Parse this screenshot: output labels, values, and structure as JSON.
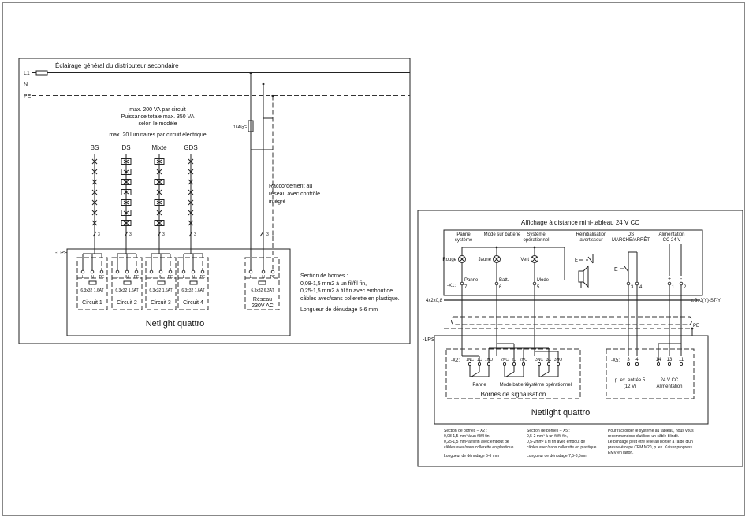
{
  "left": {
    "title": "Éclairage général du distributeur secondaire",
    "bus": {
      "l1": "L1",
      "n": "N",
      "pe": "PE"
    },
    "fuse_label": "16A/gG",
    "power_lines": [
      "max. 200 VA par circuit",
      "Puissance totale max. 350 VA",
      "selon le modèle"
    ],
    "lum_line": "max. 20 luminaires par circuit électrique",
    "groups": [
      "BS",
      "DS",
      "Mixte",
      "GDS"
    ],
    "wire_count": "3",
    "raccord": [
      "Raccordement au",
      "réseau avec contrôle",
      "intégré"
    ],
    "lps": "-LPS",
    "term_labels": [
      "L",
      "N",
      "PE"
    ],
    "fuse_rating": "6,3x32 1,6AT",
    "circuits": [
      "Circuit 1",
      "Circuit 2",
      "Circuit 3",
      "Circuit 4"
    ],
    "reseau_fuse": "6,3x32 6,3AT",
    "reseau": [
      "Réseau",
      "230V AC"
    ],
    "device": "Netlight quattro",
    "section": [
      "Section de bornes :",
      "0,08-1,5 mm2 à un fil/fil fin,",
      "0,25-1,5 mm2 à fil fin avec embout de",
      "câbles avec/sans collerette en plastique.",
      "Longueur de dénudage 5-6 mm"
    ]
  },
  "right": {
    "title": "Affichage à distance mini-tableau 24 V CC",
    "headers": [
      [
        "Panne",
        "système"
      ],
      [
        "Mode sur batterie"
      ],
      [
        "Système",
        "opérationnel"
      ],
      [
        "Réinitialisation",
        "avertisseur"
      ],
      [
        "DS",
        "MARCHE/ARRÊT"
      ],
      [
        "Alimentation",
        "CC 24 V"
      ]
    ],
    "lamps": [
      "Rouge",
      "Jaune",
      "Vert"
    ],
    "e_label": "E",
    "x1": "-X1:",
    "x1_terms": [
      "Panne",
      "Batt.",
      "Mode"
    ],
    "x1_nums": [
      "7",
      "6",
      "5",
      "3",
      "4",
      "1",
      "2"
    ],
    "plus": "+",
    "minus": "-",
    "cable_left": "4x2x0,8",
    "cable_right": "z.B. J(Y)-ST-Y",
    "pe": "PE",
    "lps": "-LPS",
    "x2": "-X2:",
    "x2_terms": [
      "1NC",
      "1C",
      "1NO",
      "2NC",
      "2C",
      "2NO",
      "3NC",
      "3C",
      "3NO"
    ],
    "x2_groups": [
      "Panne",
      "Mode batterie",
      "Système opérationnel"
    ],
    "x2_caption": "Bornes de signalisation",
    "x5": "-X5:",
    "x5_terms": [
      "3",
      "4",
      "14",
      "13",
      "11"
    ],
    "x5_a": [
      "p. ex. entrée 5",
      "(12 V)"
    ],
    "x5_b": [
      "24 V CC",
      "Alimentation"
    ],
    "device": "Netlight quattro",
    "note1": [
      "Section de bornes – X2 :",
      "0,08-1,5 mm² à un fil/fil fin,",
      "0,25-1,5 mm² à fil fin avec embout de",
      "câbles avec/sans collerette en plastique.",
      "",
      "Longueur de dénudage 5-6 mm"
    ],
    "note2": [
      "Section de bornes – X5 :",
      "0,5-2 mm² à un fil/fil fin,",
      "0,5-2mm² à fil fin avec embout de",
      "câbles avec/sans collerette en plastique.",
      "",
      "Longueur de dénudage 7,5-8,5mm"
    ],
    "note3": [
      "Pour raccorder le système au tableau, nous vous",
      "recommandons d'utiliser un câble blindé.",
      "Le blindage peut être relié au boîtier à l'aide d'un",
      "presse-étoupe CEM M20, p. ex. Kaiser progress",
      "EMV en laiton."
    ]
  }
}
